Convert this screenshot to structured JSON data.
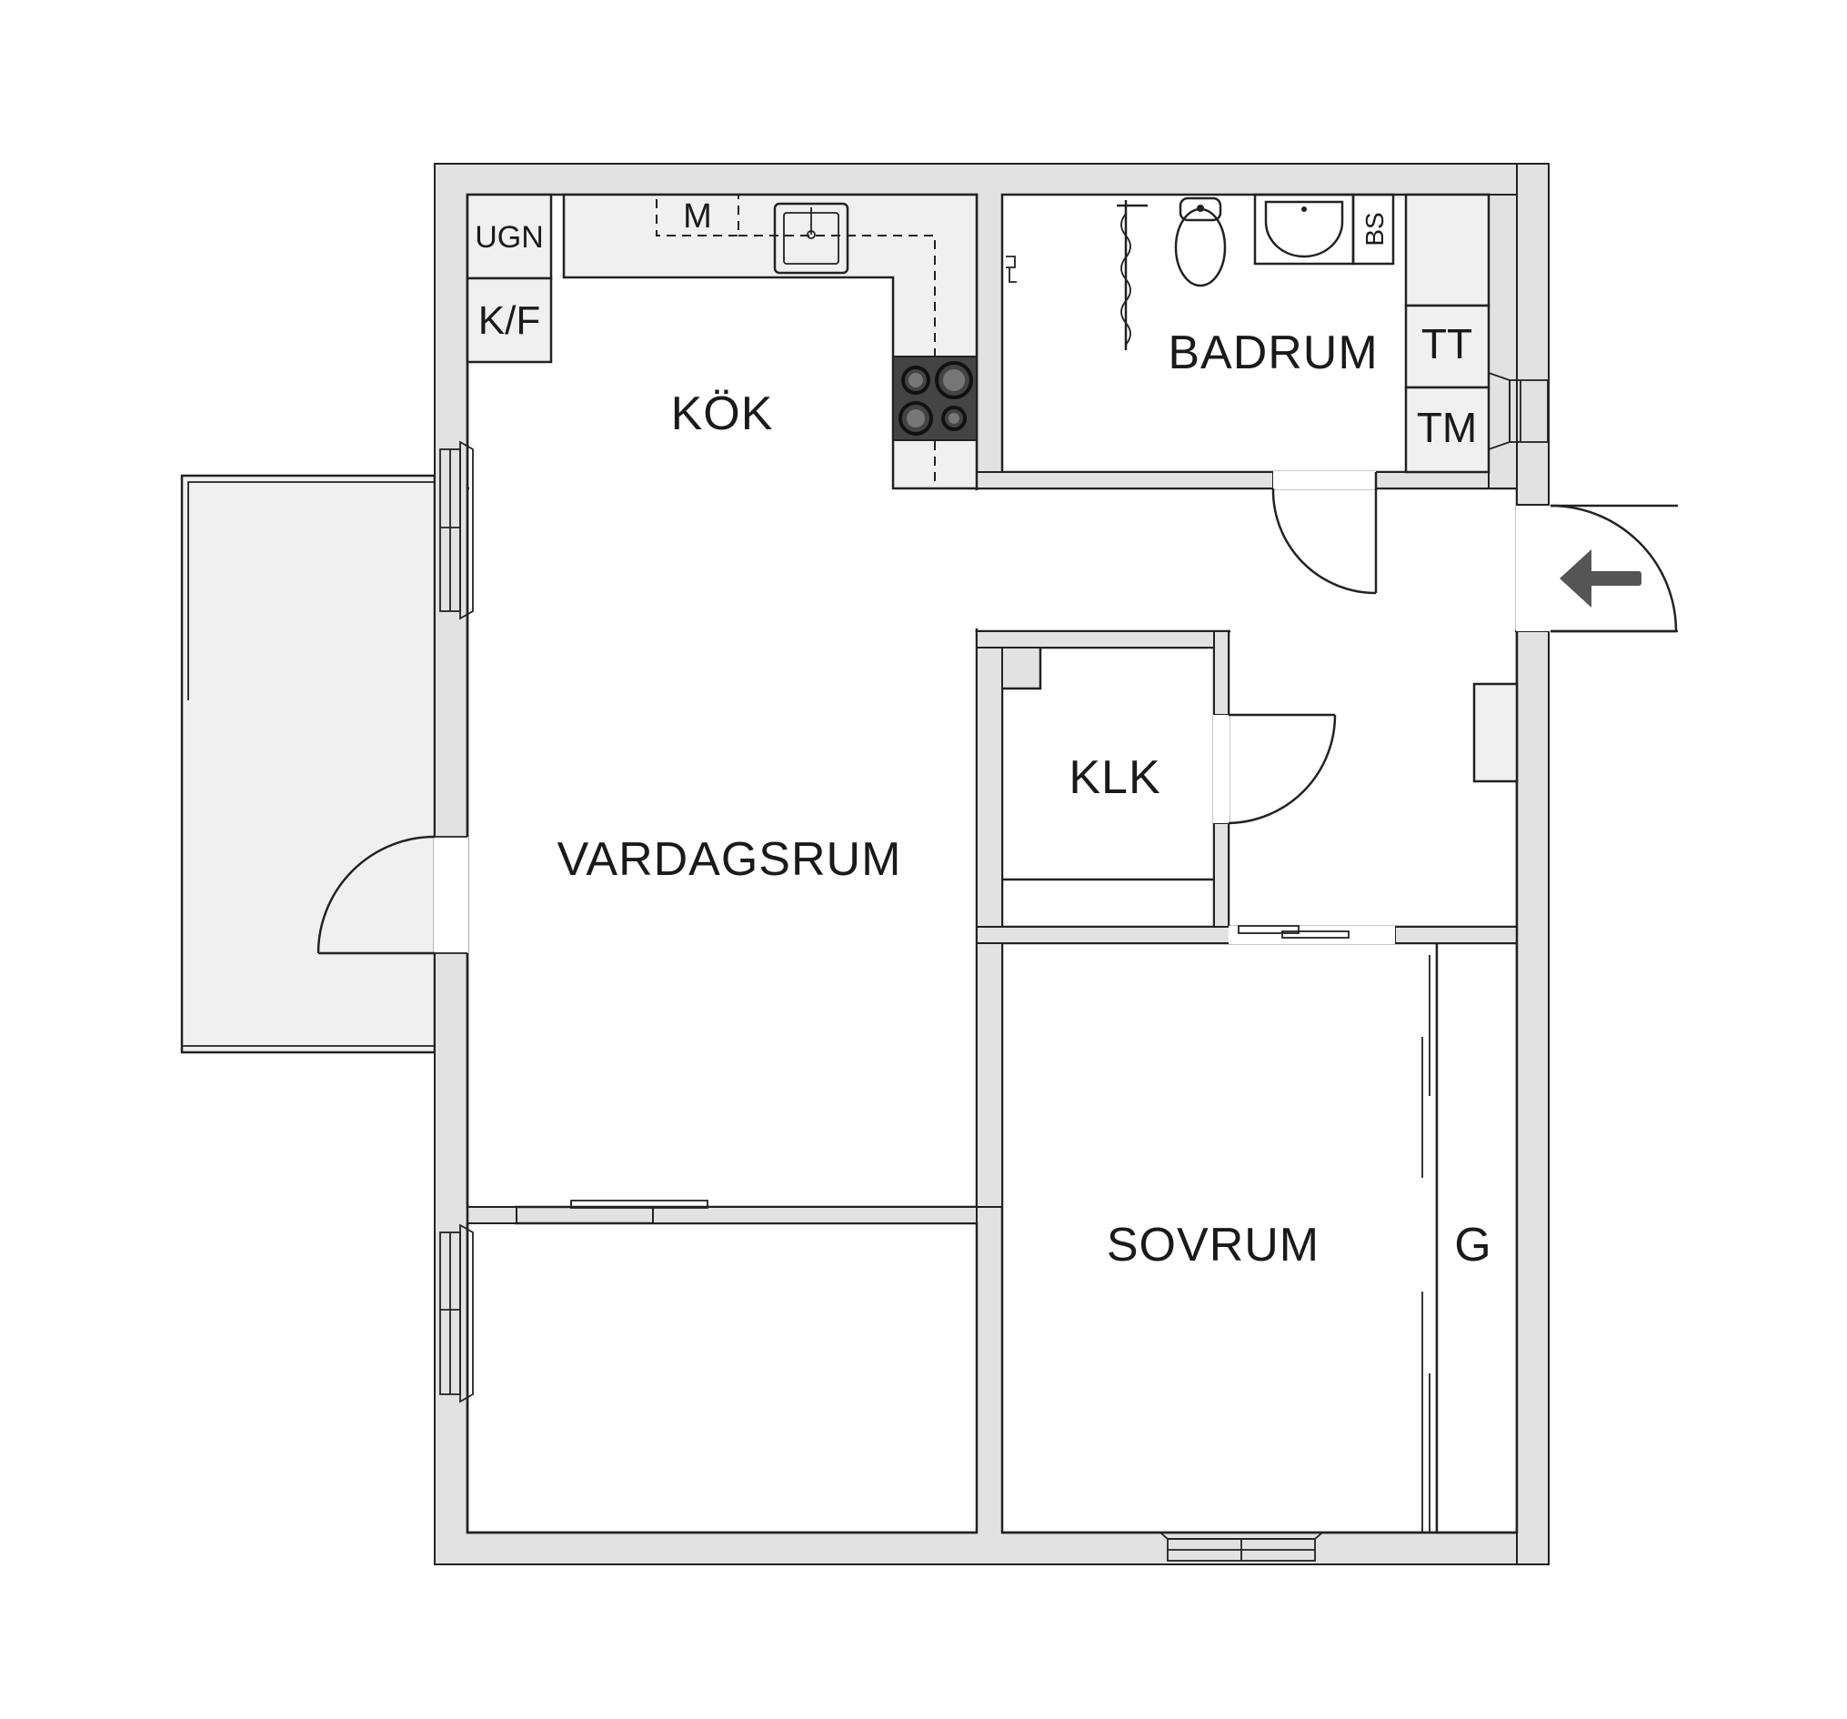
{
  "rooms": {
    "kitchen": "KÖK",
    "bathroom": "BADRUM",
    "living_room": "VARDAGSRUM",
    "closet": "KLK",
    "bedroom": "SOVRUM",
    "wardrobe": "G"
  },
  "fixtures": {
    "oven": "UGN",
    "fridge_freezer": "K/F",
    "microwave": "M",
    "cabinet": "BS",
    "dryer": "TT",
    "washer": "TM"
  },
  "icons": {
    "entrance": "arrow-left-icon",
    "stove": "stove-icon",
    "sink": "sink-icon",
    "toilet": "toilet-icon",
    "shower": "shower-icon"
  },
  "colors": {
    "wall": "#e2e2e2",
    "balcony": "#f0f0f0",
    "stove": "#444444",
    "arrow": "#555555"
  }
}
